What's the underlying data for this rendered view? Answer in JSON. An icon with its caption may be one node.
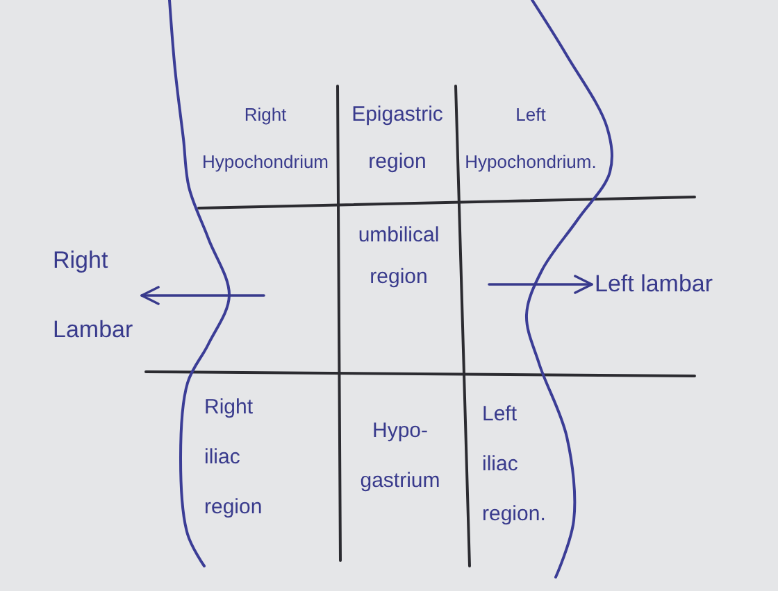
{
  "diagram": {
    "nodes": [
      {
        "text": [
          "Right Lambar"
        ]
      },
      {
        "text": [
          "Left lambar"
        ]
      }
    ],
    "edges": [
      {
        "from": null,
        "to": 0,
        "arrow": "to"
      },
      {
        "from": null,
        "to": 1,
        "arrow": "to"
      }
    ],
    "labels": [
      "Right Hypochondrium",
      "Epigastric region",
      "Left Hypochondrium.",
      "umbilical region",
      "Right iliac region",
      "Hypo- gastrium",
      "Left iliac region."
    ]
  }
}
